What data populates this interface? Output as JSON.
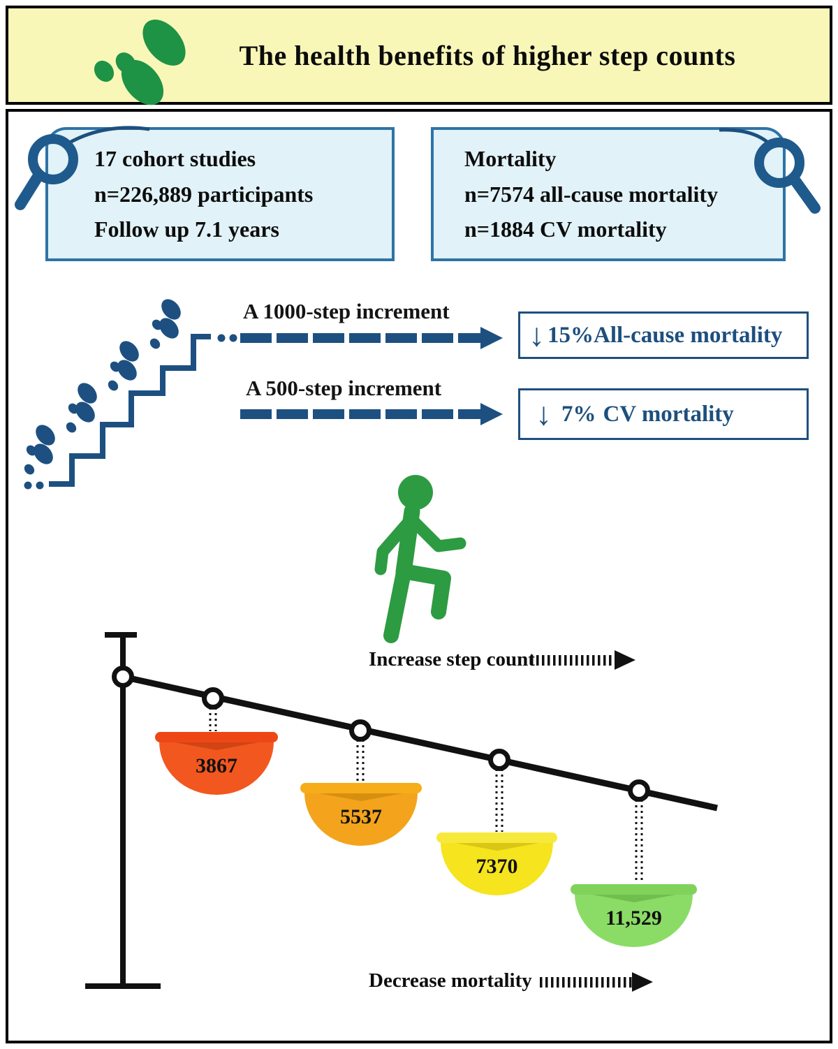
{
  "title_banner": {
    "title": "The health benefits of higher step counts"
  },
  "study_box": {
    "line1": "17 cohort studies",
    "line2": "n=226,889 participants",
    "line3": "Follow up 7.1 years"
  },
  "mortality_box": {
    "line1": "Mortality",
    "line2": "n=7574 all-cause mortality",
    "line3": "n=1884 CV mortality"
  },
  "increment_1": {
    "label": "A 1000-step increment",
    "arrow": "↓",
    "percent": "15%",
    "outcome": "All-cause mortality"
  },
  "increment_2": {
    "label": "A 500-step increment",
    "arrow": "↓",
    "percent": "7%",
    "outcome": "CV mortality"
  },
  "axes": {
    "increase_label": "Increase step count",
    "decrease_label": "Decrease mortality"
  },
  "chart_data": {
    "type": "balance-diagram",
    "description": "Tilted balance beam: pans hang lower (mortality decreases) as median daily step count rises",
    "x_annotation": "Increase step count",
    "y_annotation": "Decrease mortality",
    "pans": [
      {
        "value": "3867",
        "body": "#f2571f",
        "rim": "#ee4716",
        "wedge": "#d14413"
      },
      {
        "value": "5537",
        "body": "#f3a41c",
        "rim": "#f6ad19",
        "wedge": "#d78f10"
      },
      {
        "value": "7370",
        "body": "#f5e41e",
        "rim": "#f7e93b",
        "wedge": "#d9c714"
      },
      {
        "value": "11,529",
        "body": "#8bdc66",
        "rim": "#80d25b",
        "wedge": "#6fbe4e"
      }
    ]
  },
  "colors": {
    "accent_blue": "#1d5080",
    "banner_bg": "#f8f7b8",
    "info_box_bg": "#e1f2f8",
    "info_box_border": "#2e73a6",
    "figure_green": "#2d9b41"
  }
}
